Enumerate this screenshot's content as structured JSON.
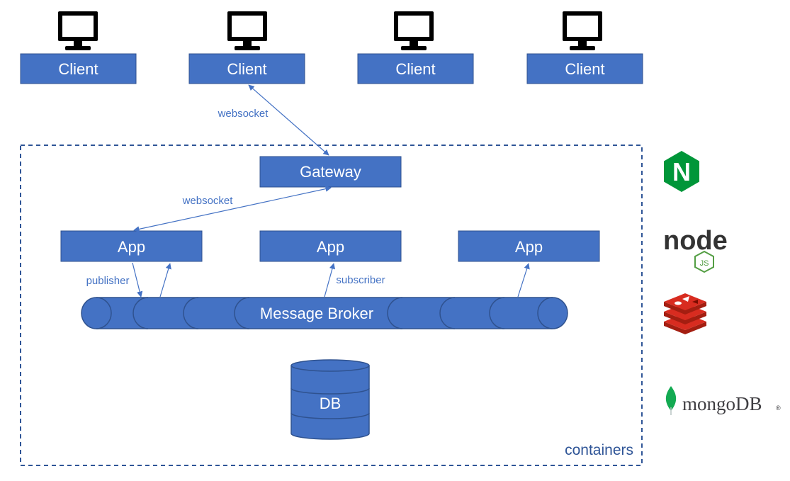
{
  "clients": [
    {
      "label": "Client"
    },
    {
      "label": "Client"
    },
    {
      "label": "Client"
    },
    {
      "label": "Client"
    }
  ],
  "gateway": {
    "label": "Gateway"
  },
  "apps": [
    {
      "label": "App"
    },
    {
      "label": "App"
    },
    {
      "label": "App"
    }
  ],
  "broker": {
    "label": "Message Broker"
  },
  "db": {
    "label": "DB"
  },
  "edges": {
    "client_gateway": "websocket",
    "gateway_app": "websocket",
    "publisher": "publisher",
    "subscriber": "subscriber"
  },
  "container_label": "containers",
  "logos": {
    "nginx": {
      "icon": "nginx-logo",
      "letter": "N",
      "color": "#009639"
    },
    "node": {
      "icon": "nodejs-logo",
      "text": "node",
      "badge": "JS",
      "color": "#333333",
      "accent": "#539e43"
    },
    "redis": {
      "icon": "redis-logo",
      "color": "#d82c20"
    },
    "mongodb": {
      "icon": "mongodb-logo",
      "text": "mongoDB",
      "mark": "®",
      "color": "#13aa52"
    }
  },
  "colors": {
    "box": "#4472c4",
    "box_border": "#2f528f",
    "arrow": "#4472c4",
    "dashed_border": "#2f5597"
  }
}
